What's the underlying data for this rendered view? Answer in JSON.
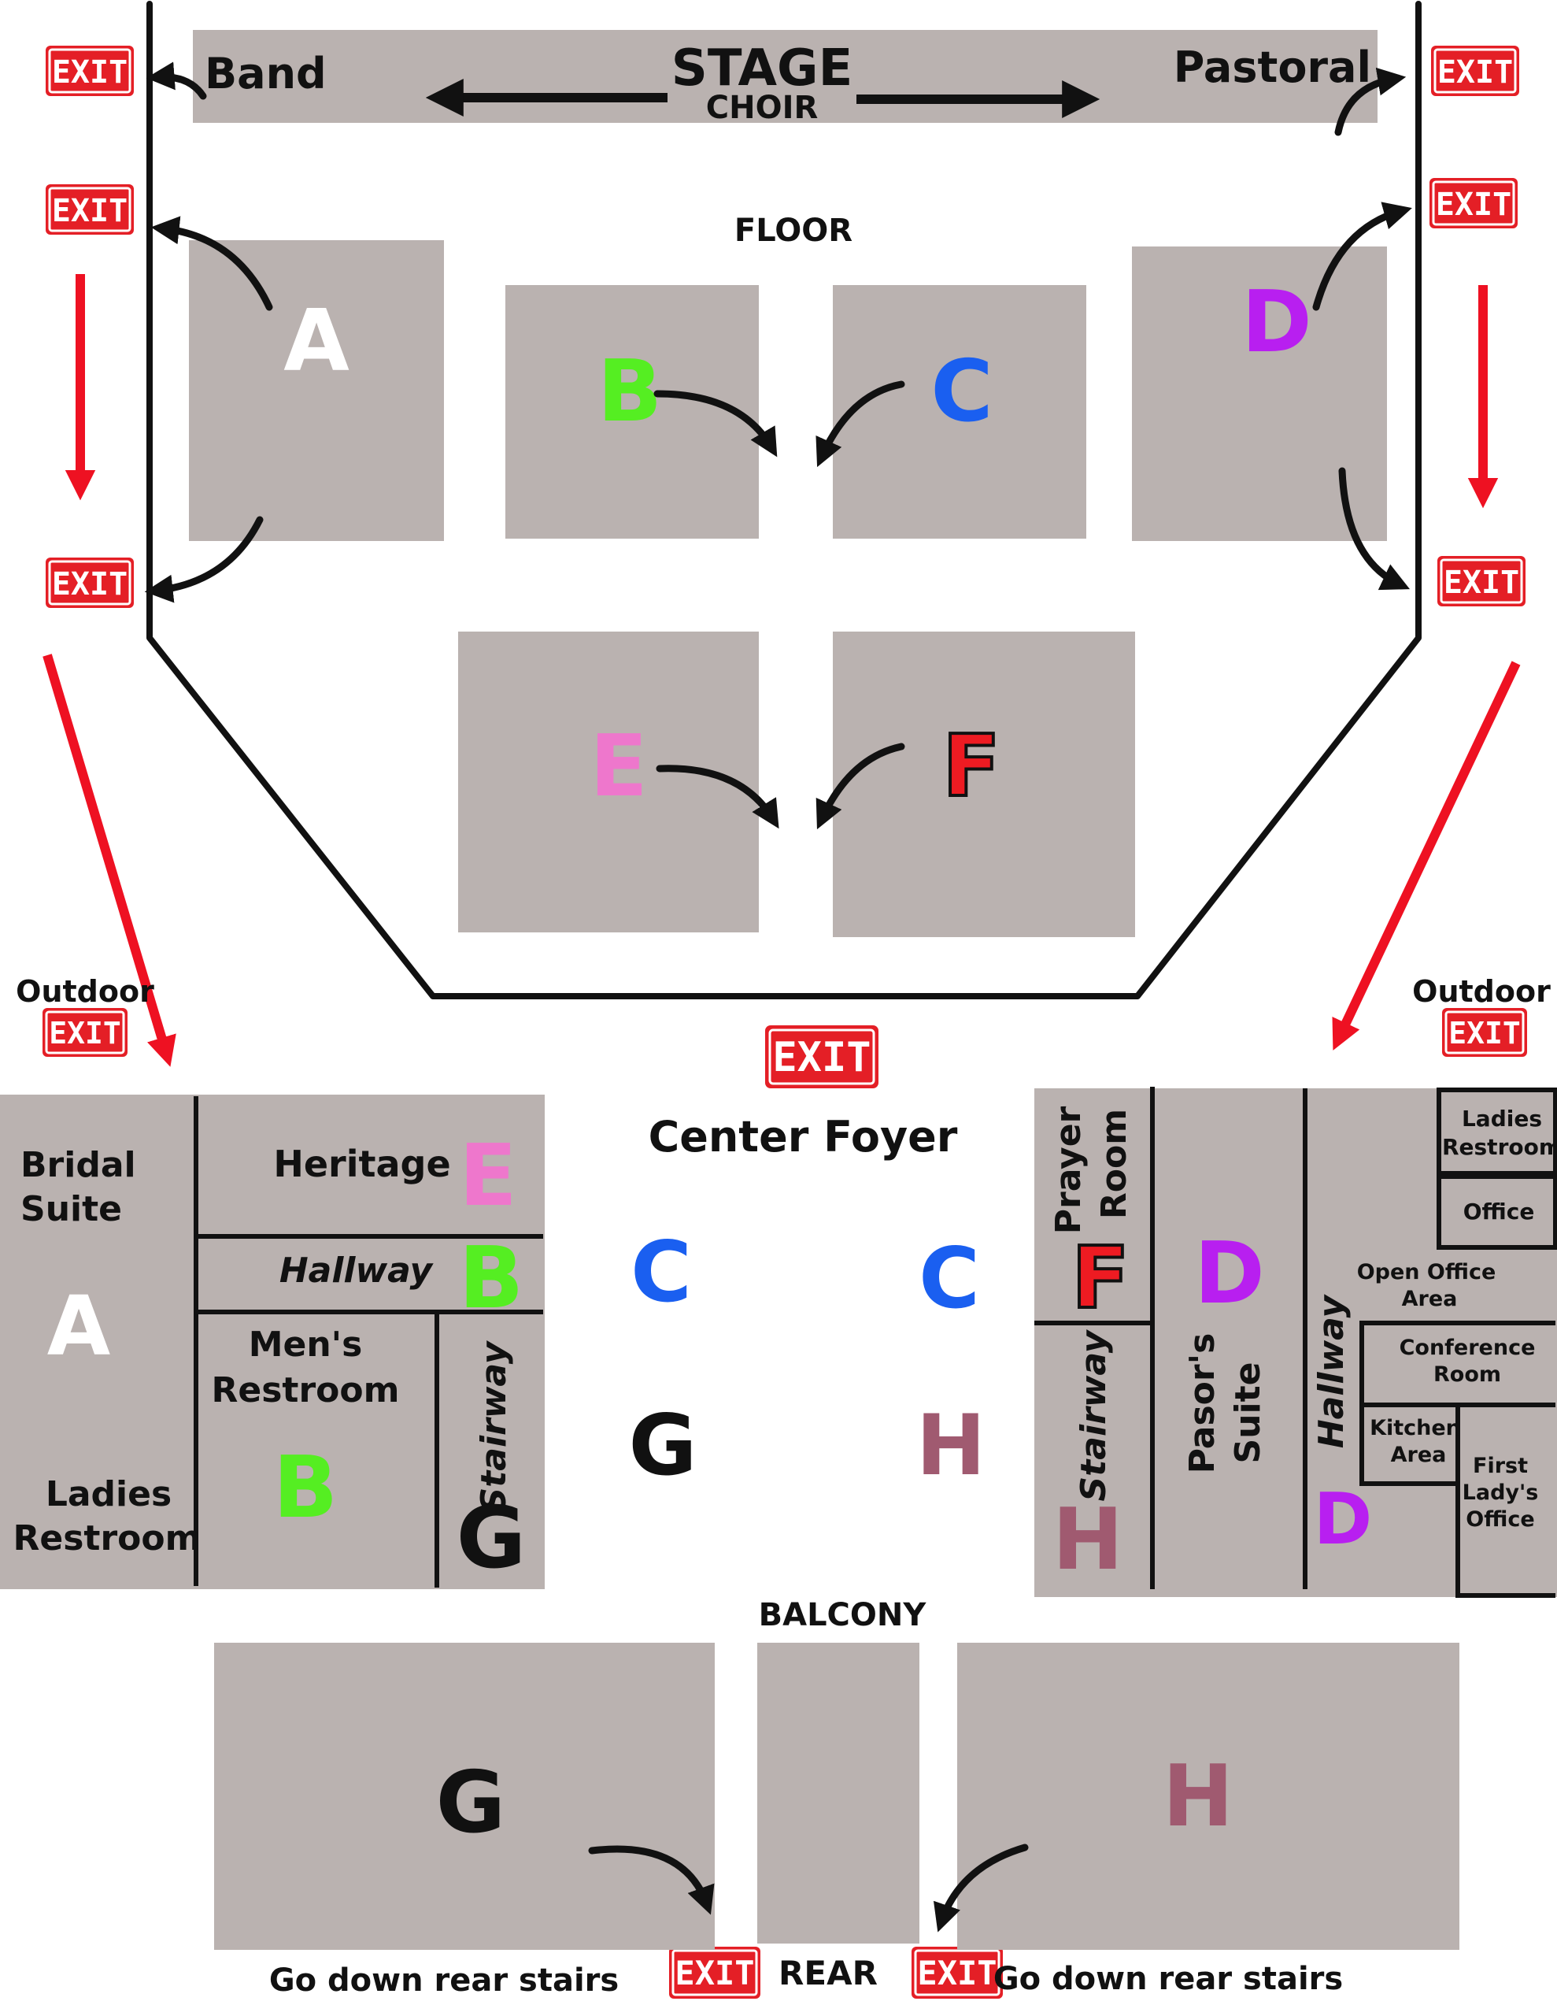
{
  "areas": {
    "stage": "STAGE",
    "choir": "CHOIR",
    "band": "Band",
    "pastoral": "Pastoral",
    "floor": "FLOOR",
    "center_foyer": "Center Foyer",
    "balcony": "BALCONY",
    "rear": "REAR",
    "outdoor": "Outdoor",
    "rear_stairs_note": "Go down rear stairs"
  },
  "exit_label": "EXIT",
  "sections": {
    "A": "A",
    "B": "B",
    "C": "C",
    "D": "D",
    "E": "E",
    "F": "F",
    "G": "G",
    "H": "H"
  },
  "section_colors": {
    "A": "#ffffff",
    "B": "#55ee22",
    "C": "#1a5ff0",
    "D": "#b81ff0",
    "E": "#ee77cc",
    "F": "#ee1b22",
    "G": "#111111",
    "H": "#a05a70"
  },
  "west_wing": {
    "bridal_suite": [
      "Bridal",
      "Suite"
    ],
    "ladies_restroom": [
      "Ladies",
      "Restroom"
    ],
    "heritage": "Heritage",
    "hallway": "Hallway",
    "mens_restroom": [
      "Men's",
      "Restroom"
    ],
    "stairway": "Stairway"
  },
  "east_wing": {
    "prayer_room": [
      "Prayer",
      "Room"
    ],
    "stairway": "Stairway",
    "pastors_suite": [
      "Pasor's",
      "Suite"
    ],
    "hallway": "Hallway",
    "ladies_restroom": [
      "Ladies",
      "Restroom"
    ],
    "office": "Office",
    "open_office": [
      "Open Office",
      "Area"
    ],
    "conference_room": [
      "Conference",
      "Room"
    ],
    "kitchen": [
      "Kitchen",
      "Area"
    ],
    "first_lady": [
      "First",
      "Lady's",
      "Office"
    ]
  },
  "exit_arrow_color": "#ee1122",
  "exit_sign_color": "#e41f26",
  "block_color": "#bab2b0"
}
